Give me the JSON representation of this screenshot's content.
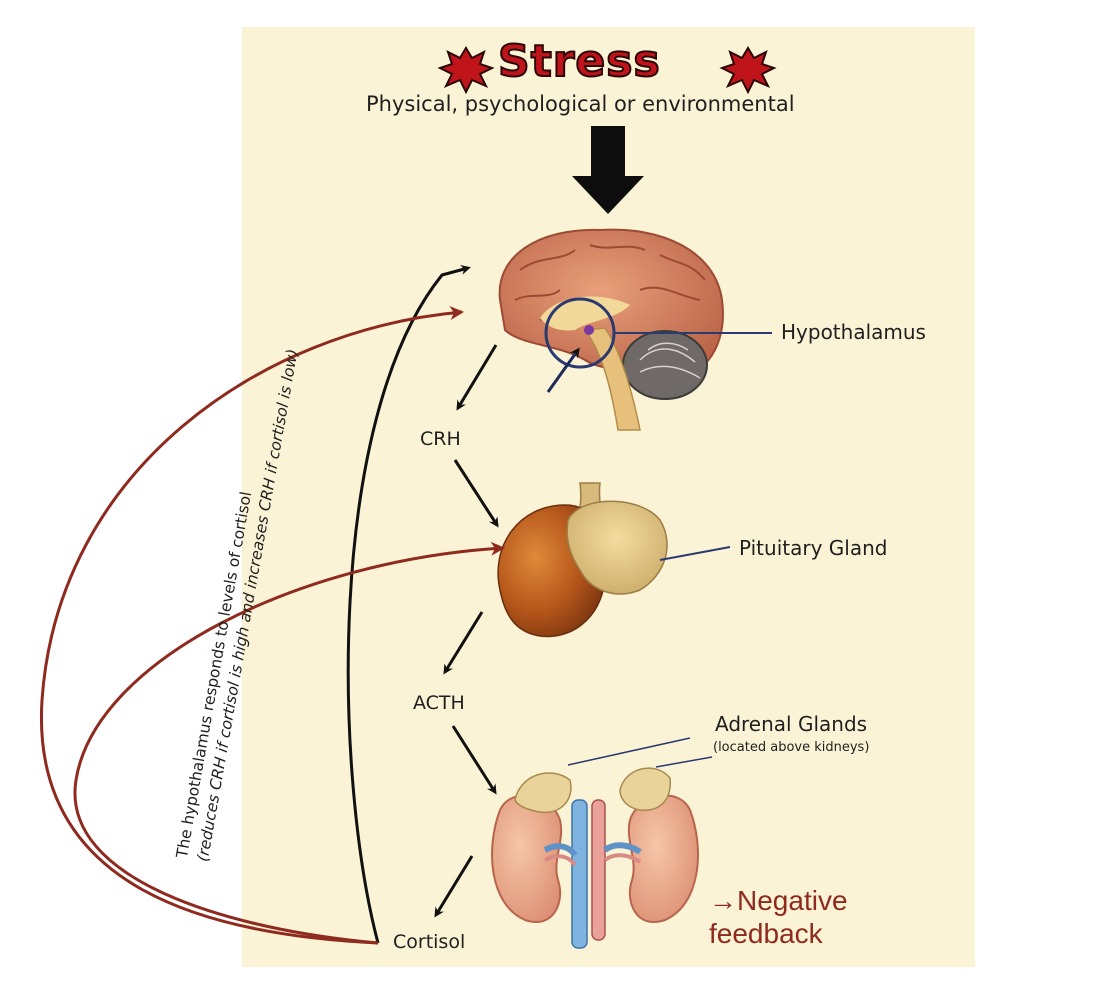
{
  "title": "Stress",
  "subtitle": "Physical, psychological or environmental",
  "labels": {
    "hypothalamus": "Hypothalamus",
    "crh": "CRH",
    "pituitary": "Pituitary Gland",
    "acth": "ACTH",
    "adrenal": "Adrenal Glands",
    "adrenal_note": "(located above kidneys)",
    "cortisol": "Cortisol"
  },
  "feedback_text": {
    "line1": "The hypothalamus responds to levels of cortisol",
    "line2": "(reduces CRH if cortisol is high and increases CRH if cortisol is low)"
  },
  "annotation": {
    "arrow": "→",
    "text_line1": "Negative",
    "text_line2": "feedback"
  },
  "colors": {
    "panel": "#fbf3d6",
    "title": "#c0141b",
    "feedback_arrows": "#8e2a1e",
    "text": "#1f1f1f"
  }
}
